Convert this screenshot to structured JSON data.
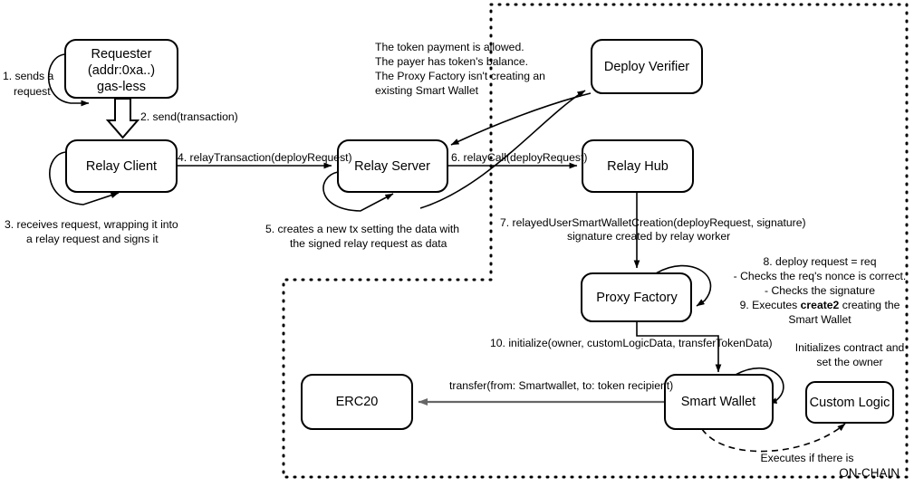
{
  "diagram": {
    "title_label": "ON-CHAIN",
    "nodes": [
      {
        "id": "requester",
        "lines": [
          "Requester",
          "(addr:0xa..)",
          "gas-less"
        ]
      },
      {
        "id": "relay-client",
        "lines": [
          "Relay Client"
        ]
      },
      {
        "id": "relay-server",
        "lines": [
          "Relay Server"
        ]
      },
      {
        "id": "deploy-verifier",
        "lines": [
          "Deploy Verifier"
        ]
      },
      {
        "id": "relay-hub",
        "lines": [
          "Relay Hub"
        ]
      },
      {
        "id": "proxy-factory",
        "lines": [
          "Proxy Factory"
        ]
      },
      {
        "id": "smart-wallet",
        "lines": [
          "Smart Wallet"
        ]
      },
      {
        "id": "erc20",
        "lines": [
          "ERC20"
        ]
      },
      {
        "id": "custom-logic",
        "lines": [
          "Custom Logic"
        ]
      }
    ],
    "annotations": {
      "step1": [
        "1. sends a",
        "request"
      ],
      "step2": "2. send(transaction)",
      "step3": [
        "3. receives request, wrapping it into",
        "a relay request and signs it"
      ],
      "step4": "4. relayTransaction(deployRequest)",
      "step5": [
        "5. creates a new tx setting the data with",
        "the signed relay request as data"
      ],
      "step6": "6. relayCall(deployRequest)",
      "step7": [
        "7. relayedUserSmartWalletCreation(deployRequest, signature)",
        "signature created by relay worker"
      ],
      "verifier_notes": [
        "The token payment is allowed.",
        "The payer has token's balance.",
        "The Proxy Factory isn't creating an",
        "existing Smart Wallet"
      ],
      "step8_9": {
        "line1": "8. deploy request = req",
        "line2": "- Checks the req's nonce is correct.",
        "line3": "- Checks the signature",
        "line4_pre": "9. Executes ",
        "line4_bold": "create2",
        "line4_post": " creating the",
        "line5": "Smart Wallet"
      },
      "step10": "10. initialize(owner, customLogicData, transferTokenData)",
      "transfer": "transfer(from: Smartwallet, to: token recipient)",
      "initializes": [
        "Initializes contract and",
        "set the owner"
      ],
      "executes_if": "Executes if there is"
    },
    "colors": {
      "stroke": "#000000",
      "gray_edge": "#666666",
      "background": "#ffffff"
    }
  }
}
